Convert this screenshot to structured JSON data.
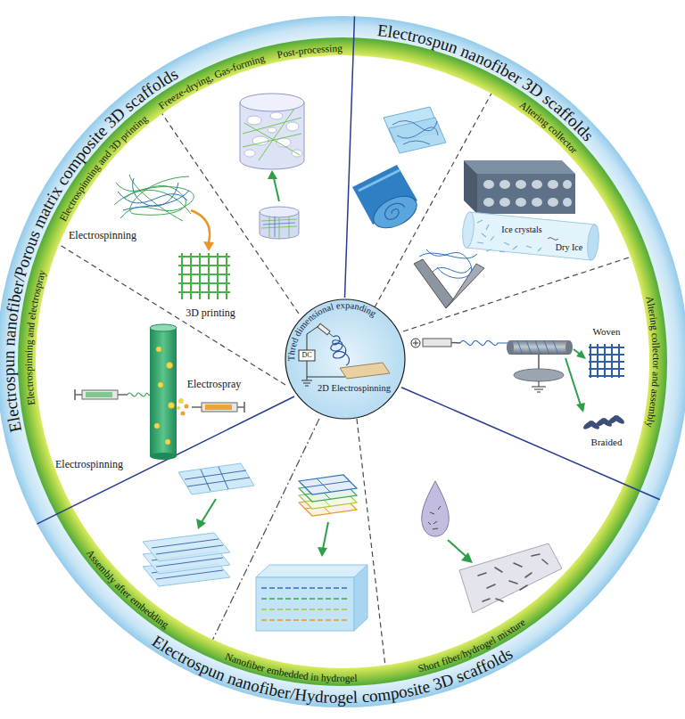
{
  "diagram": {
    "nodes": [
      {
        "text": [
          "Thred dimensional expanding",
          "2D Electrospinning"
        ]
      }
    ],
    "labels": [
      "Electrospun nanofiber 3D scaffolds",
      "Electrospun nanofiber/Porous matrix composite 3D scaffolds",
      "Electrospun nanofiber/Hydrogel composite 3D scaffolds",
      "Post-processing",
      "Altering collector",
      "Altering collector and assembly",
      "Short fiber/hydrogel mixture",
      "Nanofiber embedded in hydrogel",
      "Assembly after embedding",
      "Electrospinning and electrospray",
      "Electrospinning and 3D printing",
      "Freeze-drying, Gas-forming",
      "Ice crystals",
      "Dry Ice",
      "Woven",
      "Braided",
      "Electrospinning",
      "Electrospray",
      "Electrospinning",
      "3D printing",
      "DC"
    ]
  }
}
